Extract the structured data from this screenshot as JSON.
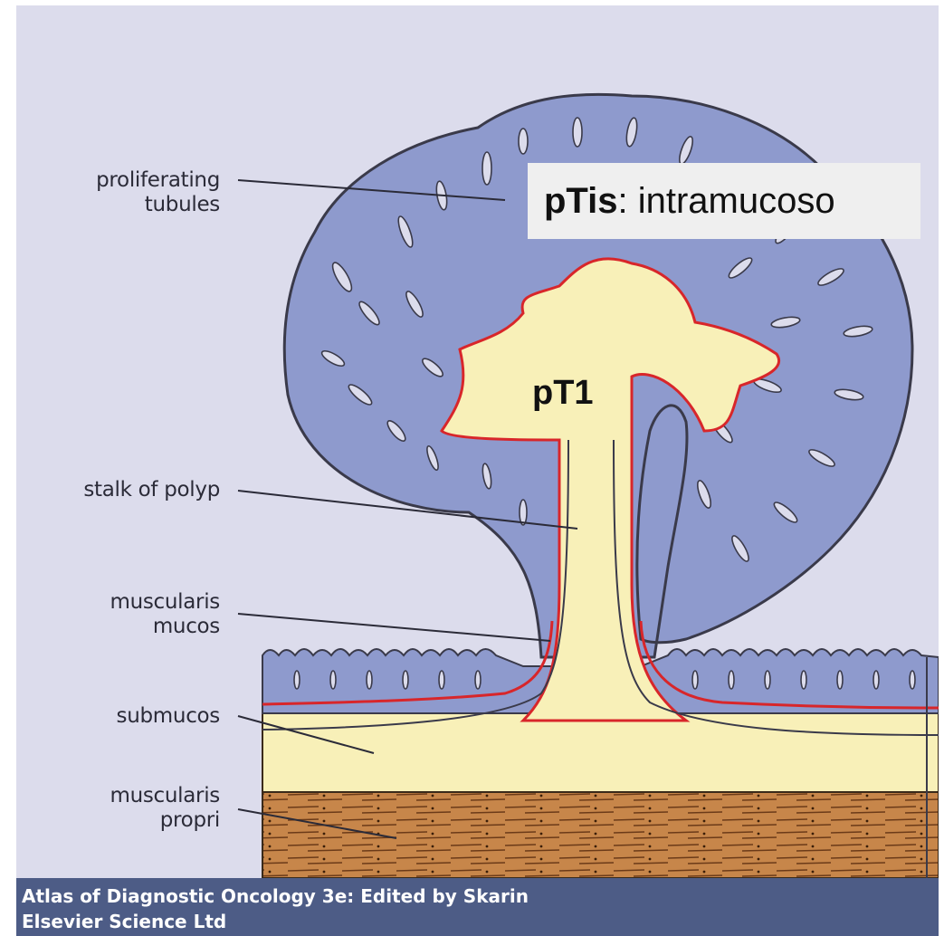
{
  "labels": {
    "proliferating_tubules": [
      "proliferating",
      "tubules"
    ],
    "stalk_of_polyp": "stalk of polyp",
    "muscularis_mucos": [
      "muscularis",
      "mucos"
    ],
    "submucos": "submucos",
    "muscularis_propri": [
      "muscularis",
      "propri"
    ]
  },
  "annotations": {
    "ptis_strong": "pTis",
    "ptis_rest": ": intramucoso",
    "pt1": "pT1"
  },
  "credit": {
    "line1": "Atlas of Diagnostic Oncology 3e: Edited by Skarin",
    "line2": "Elsevier Science Ltd"
  },
  "colors": {
    "background": "#dcdcec",
    "mucosa": "#8e9acd",
    "submucosa": "#f8f0b8",
    "muscularis_propria": "#c7864a",
    "invasion_line": "#d8262a",
    "credit_bar": "#4d5c86"
  }
}
